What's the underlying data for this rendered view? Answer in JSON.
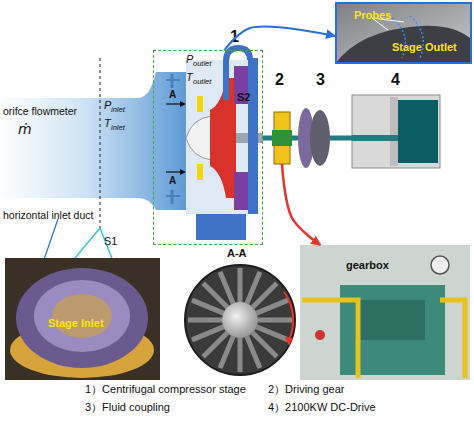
{
  "diagram": {
    "nodes": [
      {
        "text": [
          "Probes",
          "Stage Outlet"
        ]
      },
      {
        "text": [
          "1"
        ]
      },
      {
        "text": [
          "2"
        ]
      },
      {
        "text": [
          "3"
        ]
      },
      {
        "text": [
          "4"
        ]
      },
      {
        "text": [
          "Stage Inlet"
        ]
      },
      {
        "text": [
          "A-A"
        ]
      },
      {
        "text": [
          "gearbox"
        ]
      }
    ],
    "edges": [
      {
        "from": 1,
        "to": 0,
        "arrow": "to"
      },
      {
        "from": 1,
        "to": 2,
        "arrow": "none"
      },
      {
        "from": 2,
        "to": 3,
        "arrow": "none"
      },
      {
        "from": 3,
        "to": 4,
        "arrow": "none"
      },
      {
        "from": 2,
        "to": 7,
        "arrow": "to"
      }
    ],
    "labels": [
      "orifce flowmeter",
      "ṁ",
      "P",
      "inlet",
      "T",
      "inlet",
      "horizontal inlet duct",
      "S1",
      "P",
      "outlet",
      "T",
      "outlet",
      "S2",
      "A",
      "A",
      "1）Centrifugal compressor stage",
      "2）Driving gear",
      "3）Fluid coupling",
      "4）2100KW DC-Drive"
    ]
  }
}
